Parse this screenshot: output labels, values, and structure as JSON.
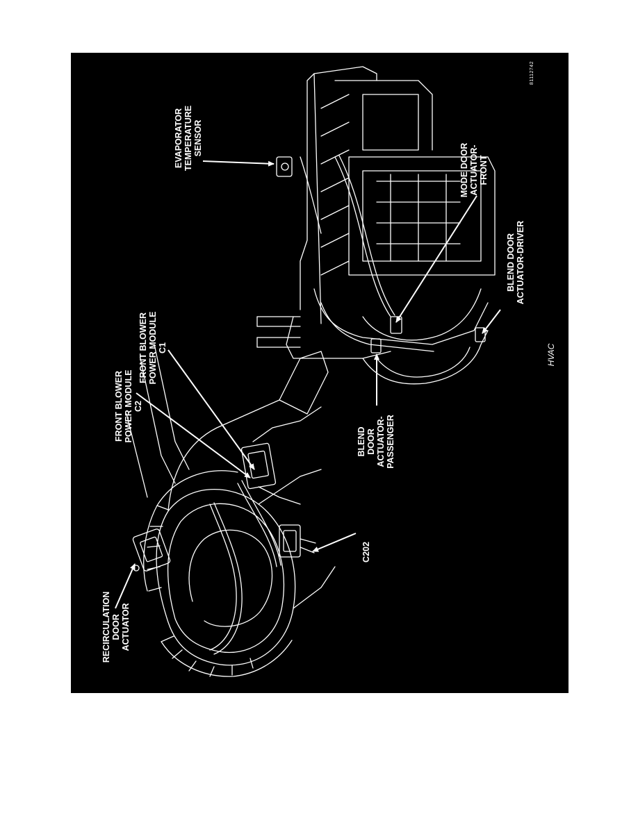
{
  "labels": {
    "recirc": [
      "RECIRCULATION",
      "DOOR",
      "ACTUATOR"
    ],
    "blower_c2": [
      "FRONT BLOWER",
      "POWER MODULE",
      "C2"
    ],
    "blower_c1": [
      "FRONT BLOWER",
      "POWER MODULE",
      "C1"
    ],
    "c202": [
      "C202"
    ],
    "evap": [
      "EVAPORATOR",
      "TEMPERATURE",
      "SENSOR"
    ],
    "mode_door": [
      "MODE DOOR",
      "ACTUATOR-",
      "FRONT"
    ],
    "blend_driver": [
      "BLEND DOOR",
      "ACTUATOR-DRIVER"
    ],
    "blend_passenger": [
      "BLEND",
      "DOOR",
      "ACTUATOR-",
      "PASSENGER"
    ]
  },
  "caption": "HVAC",
  "figure_id": "81112742",
  "colors": {
    "panel": "#000000",
    "line": "#ffffff",
    "page": "#ffffff"
  }
}
